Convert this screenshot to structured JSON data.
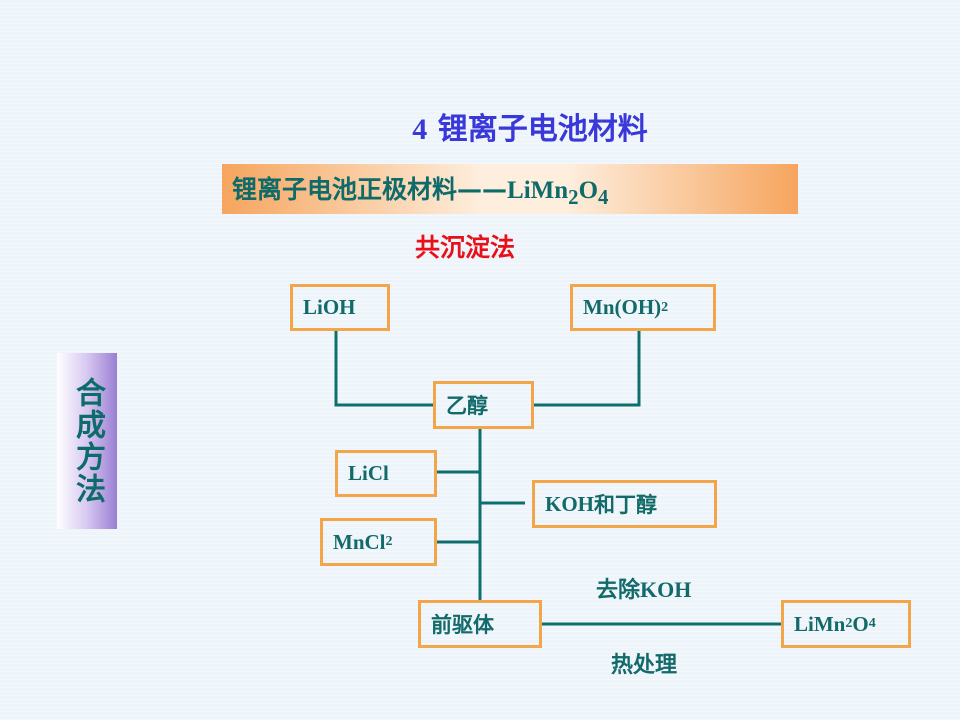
{
  "heading": {
    "number": "4",
    "text": "锂离子电池材料"
  },
  "banner": {
    "text": "锂离子电池正极材料——",
    "formula_base": "LiMn",
    "formula_sub1": "2",
    "formula_mid": "O",
    "formula_sub2": "4"
  },
  "method": "共沉淀法",
  "side_label": "合成方法",
  "nodes": {
    "lioh": "LiOH",
    "mnoh_base": "Mn(OH)",
    "mnoh_sub": "2",
    "ethanol": "乙醇",
    "licl": "LiCl",
    "mncl_base": "MnCl",
    "mncl_sub": "2",
    "koh_butanol_latin": "KOH",
    "koh_butanol_cn": "和丁醇",
    "precursor": "前驱体",
    "product_base": "LiMn",
    "product_sub1": "2",
    "product_mid": "O",
    "product_sub2": "4"
  },
  "edge_labels": {
    "remove_cn": "去除",
    "remove_latin": "KOH",
    "heat": "热处理"
  },
  "colors": {
    "box_border": "#f3a54a",
    "line": "#0e6e6e",
    "text": "#136a6a",
    "title": "#3a38d8",
    "method": "#e8101a"
  }
}
